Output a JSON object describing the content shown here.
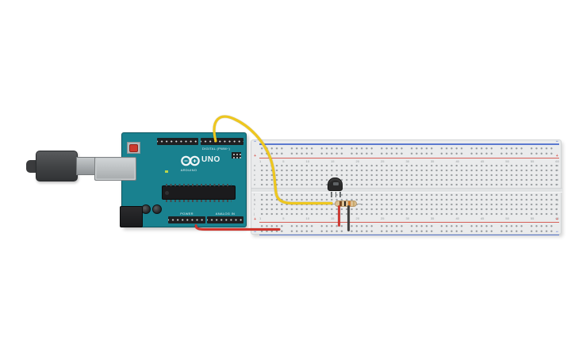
{
  "arduino": {
    "digital_label": "DIGITAL (PWM~)",
    "brand": "ARDUINO",
    "model": "UNO",
    "power_label": "POWER",
    "analog_label": "ANALOG IN",
    "board_color": "#19818f",
    "reset_button_color": "#cd3a2e"
  },
  "breadboard": {
    "plus": "+",
    "minus": "−",
    "column_numbers": [
      "1",
      "5",
      "10",
      "15",
      "20",
      "25",
      "30",
      "35",
      "40",
      "45",
      "50",
      "55",
      "60"
    ],
    "row_letters_top": [
      "a",
      "b",
      "c",
      "d",
      "e"
    ],
    "row_letters_bottom": [
      "f",
      "g",
      "h",
      "i",
      "j"
    ],
    "positive_rail_color": "#d66058",
    "negative_rail_color": "#5b79cf",
    "body_color": "#eaebec"
  },
  "components": {
    "sensor_color": "#282828",
    "resistor_body_color": "#dcc094",
    "resistor_bands": [
      "#7a4a21",
      "#26221e",
      "#cf7a2e",
      "#c9a96a"
    ]
  },
  "wires": {
    "yellow": "#eec71f",
    "red": "#d0342c",
    "black": "#3c3c3c"
  }
}
